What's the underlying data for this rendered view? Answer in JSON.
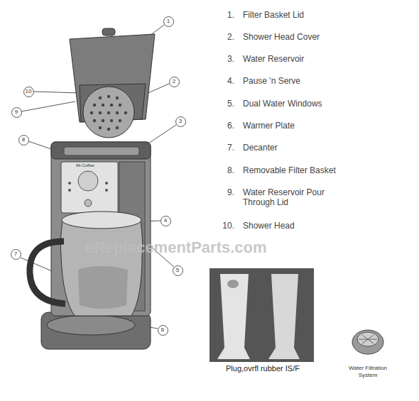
{
  "diagram": {
    "nodes": [
      {
        "text": [
          "1"
        ]
      },
      {
        "text": [
          "2"
        ]
      },
      {
        "text": [
          "3"
        ]
      },
      {
        "text": [
          "4"
        ]
      },
      {
        "text": [
          "5"
        ]
      },
      {
        "text": [
          "6"
        ]
      },
      {
        "text": [
          "7"
        ]
      },
      {
        "text": [
          "8"
        ]
      },
      {
        "text": [
          "9"
        ]
      },
      {
        "text": [
          "10"
        ]
      }
    ],
    "labels": [
      "1.",
      "Filter Basket Lid",
      "2.",
      "Shower Head Cover",
      "3.",
      "Water Reservoir",
      "4.",
      "Pause 'n Serve",
      "5.",
      "Dual Water Windows",
      "6.",
      "Warmer Plate",
      "7.",
      "Decanter",
      "8.",
      "Removable Filter Basket",
      "9.",
      "Water Reservoir Pour Through Lid",
      "10.",
      "Shower Head",
      "eReplacementParts.com",
      "Plug,ovrfl rubber IS/F",
      "Water Filtration System",
      "Mr.Coffee"
    ]
  }
}
